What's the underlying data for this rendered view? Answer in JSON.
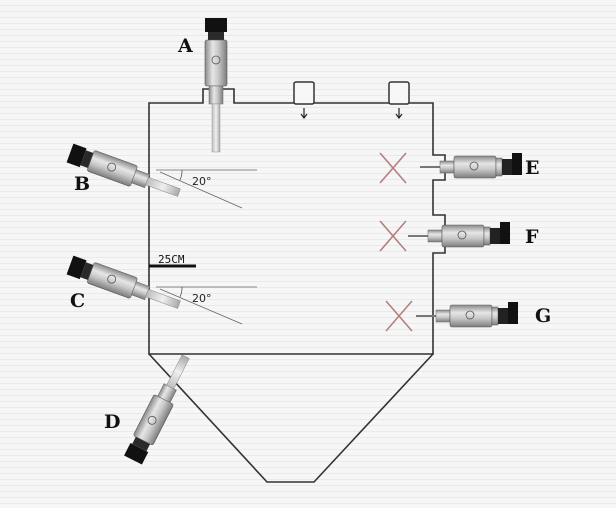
{
  "labels": {
    "a": "A",
    "b": "B",
    "c": "C",
    "d": "D",
    "e": "E",
    "f": "F",
    "g": "G"
  },
  "angles": {
    "b": "20°",
    "c": "20°"
  },
  "dimension": "25CM",
  "colors": {
    "outline": "#333333",
    "sensor_body": "#b5b5b5",
    "connector": "#1a1a1a",
    "cross": "#b58080"
  },
  "icons": [
    "inlet-arrow-icon",
    "inlet-arrow-icon",
    "cross-mark-icon",
    "cross-mark-icon",
    "cross-mark-icon"
  ]
}
